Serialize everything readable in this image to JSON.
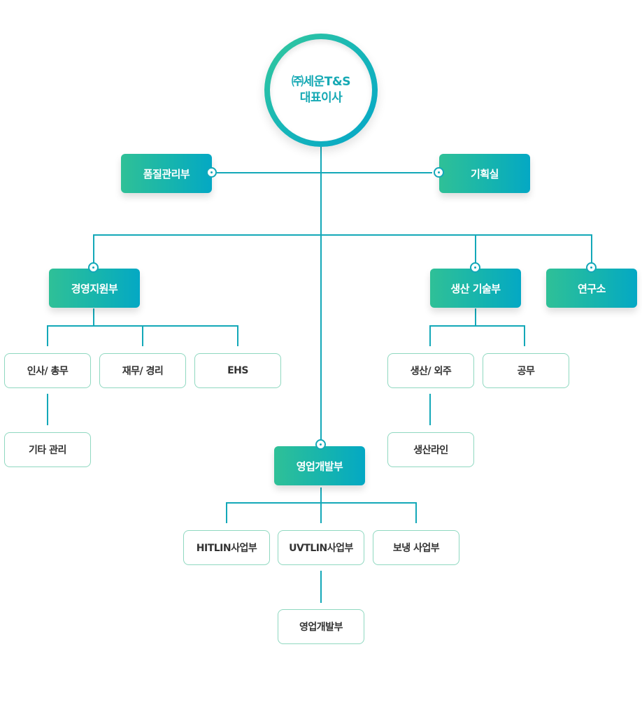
{
  "ceo": {
    "line1": "㈜세운T&S",
    "line2": "대표이사"
  },
  "top_units": {
    "quality": "품질관리부",
    "planning": "기획실"
  },
  "departments": {
    "management": "경영지원부",
    "production": "생산 기술부",
    "research": "연구소",
    "business_dev": "영업개발부"
  },
  "teams": {
    "hr": "인사/ 총무",
    "finance": "재무/ 경리",
    "ehs": "EHS",
    "etc_mgmt": "기타 관리",
    "prod_outsourcing": "생산/ 외주",
    "engineering": "공무",
    "prod_line": "생산라인",
    "hitlin": "HITLIN사업부",
    "uvtlin": "UVTLIN사업부",
    "bonaeng": "보냉 사업부",
    "bizdev_sub": "영업개발부"
  },
  "colors": {
    "line": "#13a8b8",
    "gradient_start": "#2fc097",
    "gradient_end": "#04a8c4",
    "box_border": "#8fd8c0"
  }
}
